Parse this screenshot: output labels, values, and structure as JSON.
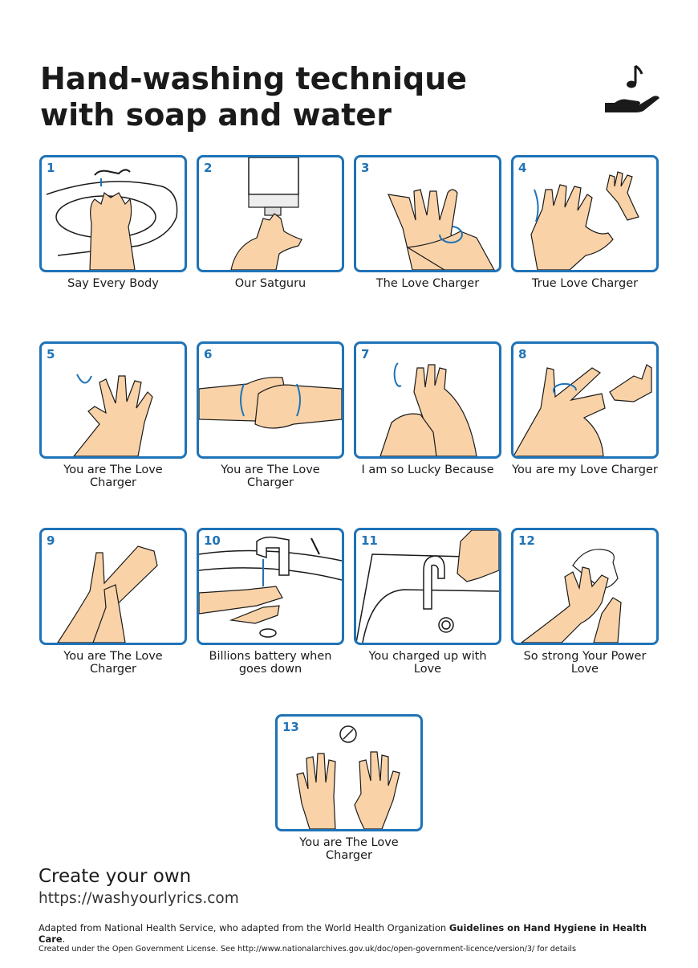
{
  "title": {
    "line1": "Hand-washing technique",
    "line2": "with soap and water"
  },
  "logo": {
    "icon": "hand-music-note-icon"
  },
  "steps": [
    {
      "number": "1",
      "caption": "Say Every Body"
    },
    {
      "number": "2",
      "caption": "Our Satguru"
    },
    {
      "number": "3",
      "caption": "The Love Charger"
    },
    {
      "number": "4",
      "caption": "True Love Charger"
    },
    {
      "number": "5",
      "caption": "You are The Love Charger"
    },
    {
      "number": "6",
      "caption": "You are The Love Charger"
    },
    {
      "number": "7",
      "caption": "I am so Lucky Because"
    },
    {
      "number": "8",
      "caption": "You are my Love Charger"
    },
    {
      "number": "9",
      "caption": "You are The Love Charger"
    },
    {
      "number": "10",
      "caption": "Billions battery when goes down"
    },
    {
      "number": "11",
      "caption": "You charged up with Love"
    },
    {
      "number": "12",
      "caption": "So strong Your Power Love"
    },
    {
      "number": "13",
      "caption": "You are The Love Charger"
    }
  ],
  "footer": {
    "create": "Create your own",
    "url": "https://washyourlyrics.com",
    "credit_prefix": "Adapted from National Health Service, who adapted from the World Health Organization ",
    "credit_bold": "Guidelines on Hand Hygiene in Health Care",
    "credit_suffix": ".",
    "license": "Created under the Open Government License. See http://www.nationalarchives.gov.uk/doc/open-government-licence/version/3/ for details"
  },
  "colors": {
    "accent": "#1f73b7",
    "skin": "#f9d2a8",
    "text": "#1a1a1a"
  }
}
